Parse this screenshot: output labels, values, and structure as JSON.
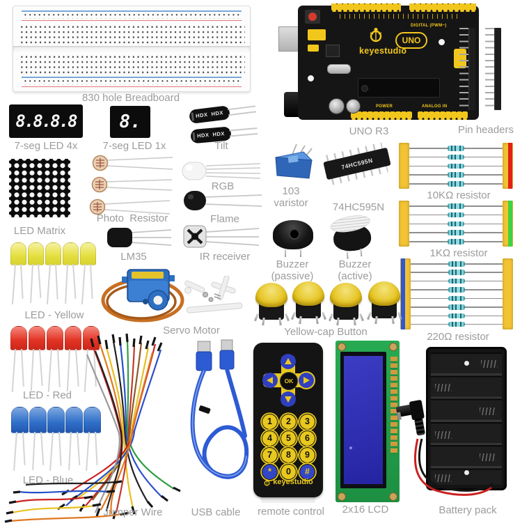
{
  "page": {
    "background": "#ffffff",
    "label_color": "#9c9c9c"
  },
  "colors": {
    "keyestudio_yellow": "#f2c71d",
    "tape_yellow": "#f3c334",
    "stripe_red": "#e32112",
    "stripe_green": "#3ed43e",
    "stripe_blue": "#2c57d6",
    "led_yellow": "#e4df3f",
    "led_red": "#e23324",
    "led_blue": "#2f6fc8",
    "lcd_green": "#21a24d",
    "lcd_screen_blue": "#2e2eb4",
    "servo_blue": "#2e6fc2",
    "cable_blue": "#2d5bd4",
    "label_gray": "#9c9c9c"
  },
  "components": {
    "breadboard": {
      "label": "830 hole Breadboard"
    },
    "uno": {
      "label": "UNO R3",
      "brand": "keyestudio",
      "model": "UNO",
      "text_digital": "DIGITAL (PWM~)",
      "text_power": "POWER",
      "text_analog": "ANALOG IN"
    },
    "pin_headers": {
      "label": "Pin headers"
    },
    "seg4": {
      "label": "7-seg LED 4x",
      "digits": "8.8.8.8"
    },
    "seg1": {
      "label": "7-seg LED 1x",
      "digits": "8."
    },
    "tilt": {
      "label": "Tilt",
      "marking": "HDX  HDX"
    },
    "led_matrix": {
      "label": "LED Matrix"
    },
    "photo_resistor": {
      "label": "Photo  Resistor"
    },
    "rgb": {
      "label": "RGB"
    },
    "flame": {
      "label": "Flame"
    },
    "varistor": {
      "label1": "103",
      "label2": "varistor"
    },
    "shift_register": {
      "label": "74HC595N",
      "marking": "74HC595N"
    },
    "resistor_10k": {
      "label": "10KΩ resistor",
      "count": 5
    },
    "resistor_1k": {
      "label": "1KΩ resistor",
      "count": 5
    },
    "resistor_220": {
      "label": "220Ω resistor",
      "count": 8
    },
    "lm35": {
      "label": "LM35"
    },
    "ir_receiver": {
      "label": "IR receiver"
    },
    "buzzer_passive": {
      "label1": "Buzzer",
      "label2": "(passive)"
    },
    "buzzer_active": {
      "label1": "Buzzer",
      "label2": "(active)"
    },
    "led_yellow": {
      "label": "LED - Yellow",
      "count": 5
    },
    "servo": {
      "label": "Servo Motor"
    },
    "button": {
      "label": "Yellow-cap Button",
      "count": 4
    },
    "led_red": {
      "label": "LED - Red",
      "count": 5
    },
    "led_blue": {
      "label": "LED - Blue",
      "count": 5
    },
    "jumper": {
      "label": "Jumper Wire"
    },
    "usb": {
      "label": "USB cable"
    },
    "remote": {
      "label": "remote control",
      "ok": "OK",
      "brand": "keyestudio",
      "keys": [
        "1",
        "2",
        "3",
        "4",
        "5",
        "6",
        "7",
        "8",
        "9"
      ],
      "bottom_row": [
        "*",
        "0",
        "#"
      ]
    },
    "lcd": {
      "label": "2x16 LCD"
    },
    "battery": {
      "label": "Battery pack"
    }
  }
}
